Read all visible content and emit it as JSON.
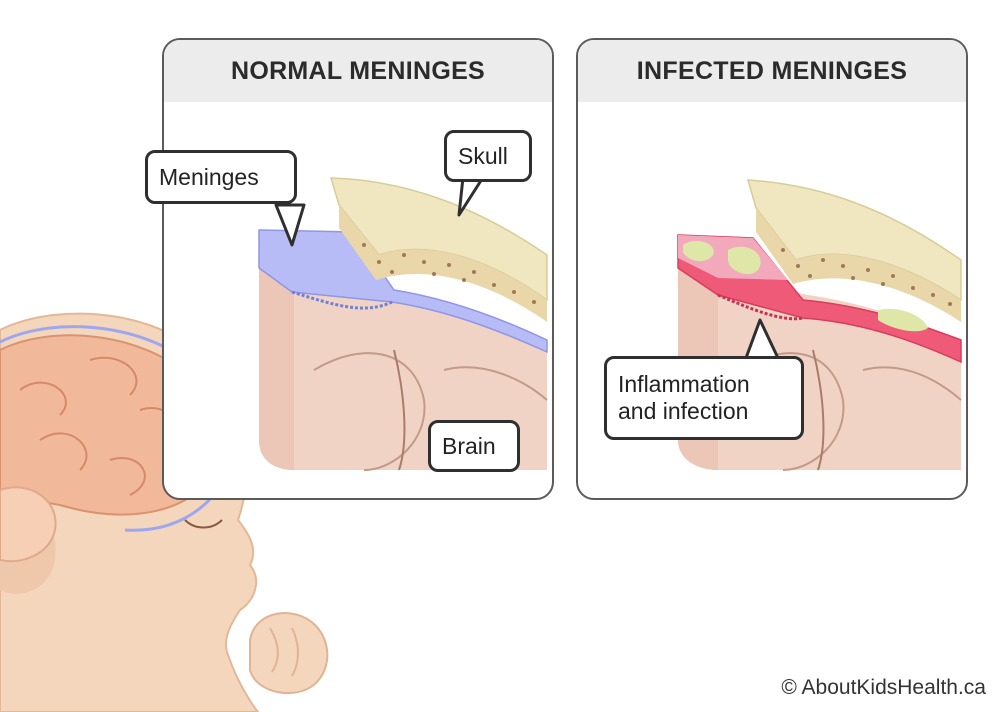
{
  "panels": {
    "normal": {
      "title": "NORMAL MENINGES"
    },
    "infected": {
      "title": "INFECTED MENINGES"
    }
  },
  "labels": {
    "meninges": "Meninges",
    "skull": "Skull",
    "brain": "Brain",
    "inflammation_line1": "Inflammation",
    "inflammation_line2": "and infection"
  },
  "copyright": "© AboutKidsHealth.ca",
  "colors": {
    "skin": "#f4d6bd",
    "brain": "#f1b89a",
    "meninges_normal": "#b8bcf6",
    "meninges_infected": "#ef5a78",
    "pus": "#dfe7a8",
    "skull": "#f0e7c0",
    "panel_border": "#5b5b5b"
  }
}
